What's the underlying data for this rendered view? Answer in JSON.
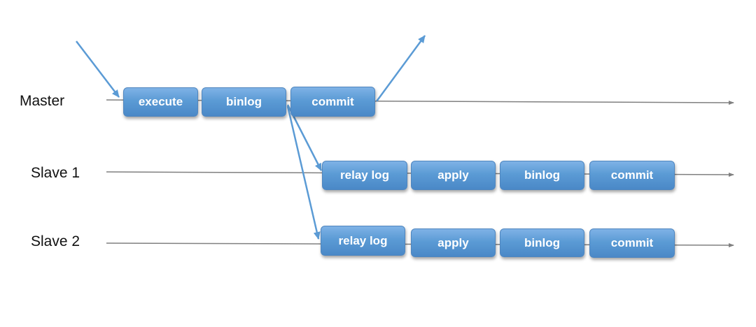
{
  "lanes": {
    "master": {
      "label": "Master",
      "steps": [
        "execute",
        "binlog",
        "commit"
      ]
    },
    "slave1": {
      "label": "Slave 1",
      "steps": [
        "relay log",
        "apply",
        "binlog",
        "commit"
      ]
    },
    "slave2": {
      "label": "Slave 2",
      "steps": [
        "relay log",
        "apply",
        "binlog",
        "commit"
      ]
    }
  },
  "colors": {
    "box_fill": "#5b9bd5",
    "box_border": "#4f86bf",
    "arrow": "#5b9bd5",
    "timeline": "#808080"
  }
}
